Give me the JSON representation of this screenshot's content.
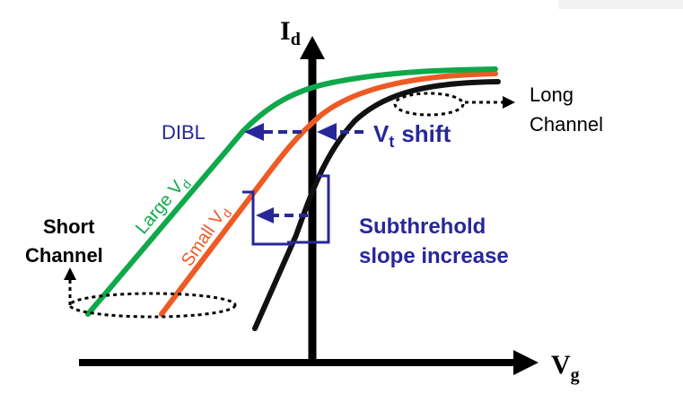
{
  "colors": {
    "large_vd": "#0fa84a",
    "small_vd": "#ee5a24",
    "long_channel": "#111111",
    "annotation": "#27279a",
    "axis": "#000000",
    "ellipse": "#000000"
  },
  "axes": {
    "y_label_main": "I",
    "y_label_sub": "d",
    "x_label_main": "V",
    "x_label_sub": "g"
  },
  "curves": {
    "large_vd": {
      "name_main": "Large V",
      "name_sub": "d"
    },
    "small_vd": {
      "name_main": "Small V",
      "name_sub": "d"
    }
  },
  "labels": {
    "dibl": "DIBL",
    "vt_shift_main": "V",
    "vt_shift_sub": "t",
    "vt_shift_rest": "shift",
    "subthreshold_line1": "Subthrehold",
    "subthreshold_line2": "slope increase",
    "short_channel_line1": "Short",
    "short_channel_line2": "Channel",
    "long_channel_line1": "Long",
    "long_channel_line2": "Channel"
  }
}
